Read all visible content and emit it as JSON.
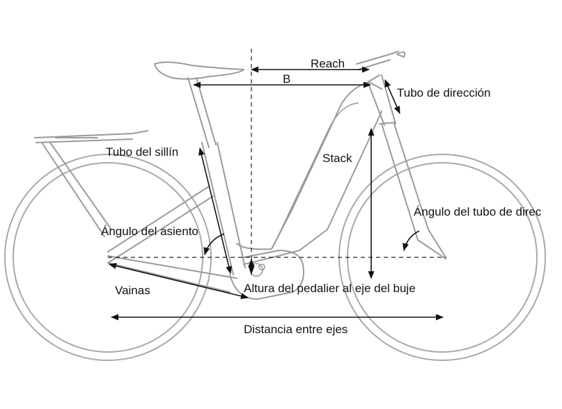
{
  "labels": {
    "reach": "Reach",
    "b": "B",
    "tubo_direccion": "Tubo de dirección",
    "tubo_sillin": "Tubo del sillín",
    "stack": "Stack",
    "angulo_tubo_direccion": "Ángulo del tubo de direc",
    "angulo_asiento": "Ángulo del asiento",
    "vainas": "Vainas",
    "altura_pedalier": "Altura del pedalier al eje del buje",
    "distancia_ejes": "Distancia entre ejes"
  },
  "colors": {
    "frame": "#9a9a9a",
    "dimension": "#111111",
    "background": "#ffffff"
  }
}
